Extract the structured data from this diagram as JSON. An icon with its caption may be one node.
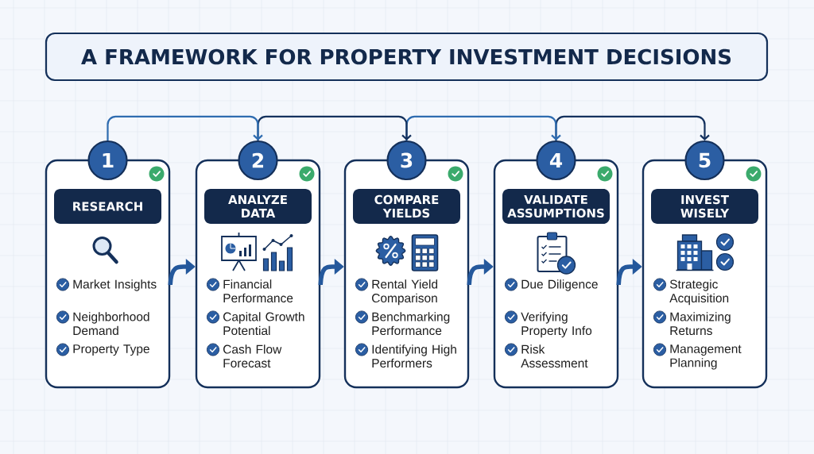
{
  "diagram": {
    "title": "A FRAMEWORK FOR PROPERTY INVESTMENT DECISIONS",
    "nodes": [
      {
        "text": [
          "1"
        ]
      },
      {
        "text": [
          "Market Insights",
          "Neighborhood Demand",
          "Property Type"
        ]
      },
      {
        "text": [
          "RESEARCH"
        ],
        "in": 1
      },
      {
        "text": [
          "2"
        ]
      },
      {
        "text": [
          "Financial Performance",
          "Capital Growth Potential",
          "Cash Flow Forecast"
        ]
      },
      {
        "text": [
          "ANALYZE DATA"
        ],
        "in": 4
      },
      {
        "text": [
          "3"
        ]
      },
      {
        "text": [
          "Rental Yield Comparison",
          "Benchmarking Performance",
          "Identifying High Performers"
        ]
      },
      {
        "text": [
          "COMPARE YIELDS"
        ],
        "in": 7
      },
      {
        "text": [
          "4"
        ]
      },
      {
        "text": [
          "Due Diligence",
          "Verifying Property Info",
          "Risk Assessment"
        ]
      },
      {
        "text": [
          "VALIDATE ASSUMPTIONS"
        ],
        "in": 10
      },
      {
        "text": [
          "5"
        ]
      },
      {
        "text": [
          "Strategic Acquisition",
          "Maximizing Returns",
          "Management Planning"
        ]
      },
      {
        "text": [
          "INVEST WISELY"
        ],
        "in": 13
      }
    ],
    "edges": [
      {
        "from": 0,
        "to": 3,
        "arrow": "to",
        "color": "#2f6cb0"
      },
      {
        "from": 3,
        "to": 6,
        "arrow": "to",
        "color": "#15325e"
      },
      {
        "from": 6,
        "to": 9,
        "arrow": "to",
        "color": "#2f6cb0"
      },
      {
        "from": 9,
        "to": 12,
        "arrow": "to",
        "color": "#15325e"
      },
      {
        "from": 1,
        "to": 4,
        "arrow": "to",
        "style": "thick"
      },
      {
        "from": 4,
        "to": 7,
        "arrow": "to",
        "style": "thick"
      },
      {
        "from": 7,
        "to": 10,
        "arrow": "to",
        "style": "thick"
      },
      {
        "from": 10,
        "to": 13,
        "arrow": "to",
        "style": "thick"
      }
    ]
  }
}
